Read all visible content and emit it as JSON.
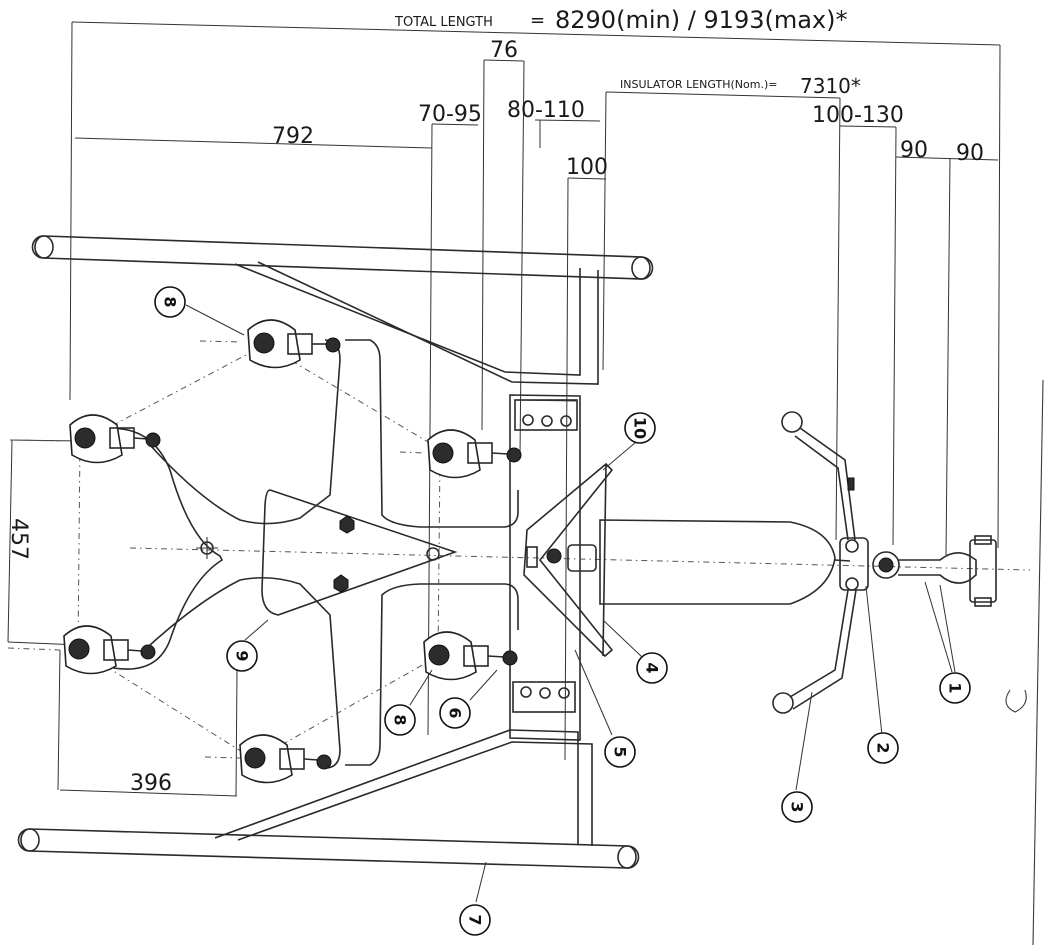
{
  "dimensions": {
    "total_length_label": "TOTAL LENGTH",
    "total_length_equals": "=",
    "total_length_value": "8290(min) / 9193(max)*",
    "insulator_length_label": "INSULATOR LENGTH(Nom.)=",
    "insulator_length_value": "7310*",
    "d76": "76",
    "d70_95": "70-95",
    "d80_110": "80-110",
    "d100": "100",
    "d792": "792",
    "d100_130": "100-130",
    "d90_a": "90",
    "d90_b": "90",
    "d457": "457",
    "d396": "396"
  },
  "callouts": [
    "1",
    "2",
    "3",
    "4",
    "5",
    "6",
    "7",
    "8",
    "8",
    "9",
    "10"
  ]
}
